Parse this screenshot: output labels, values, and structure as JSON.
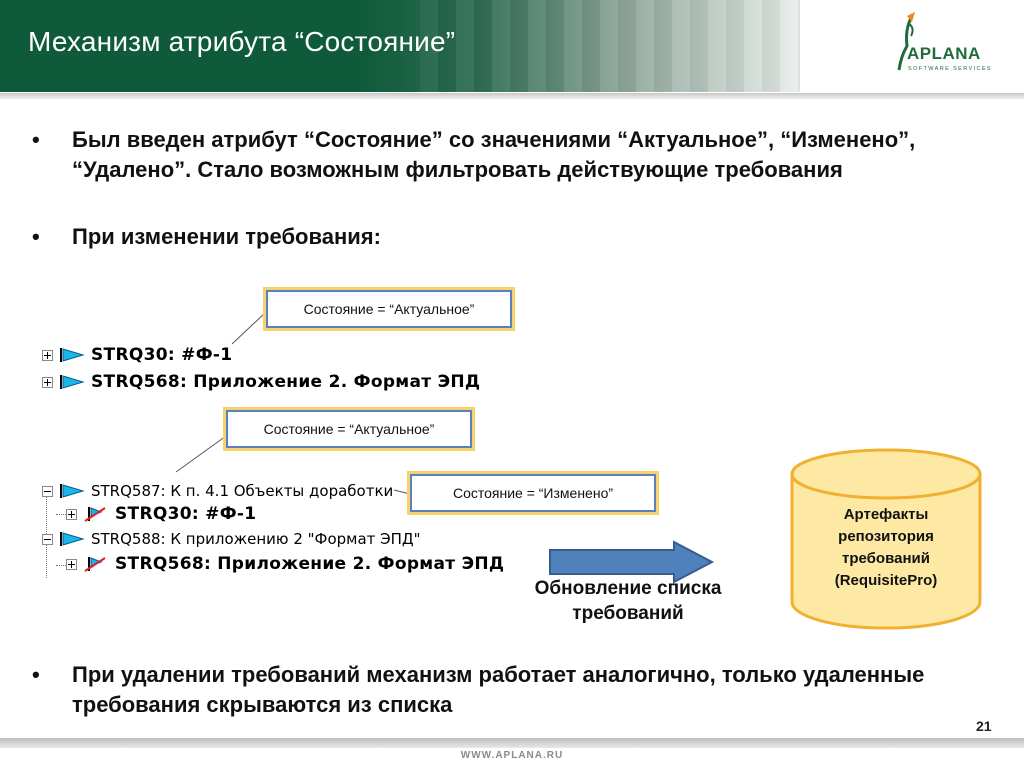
{
  "header": {
    "title": "Механизм атрибута “Состояние”",
    "logo_brand": "APLANA",
    "logo_sub": "SOFTWARE SERVICES"
  },
  "bullets": {
    "items": [
      "Был введен атрибут “Состояние” со значениями “Актуальное”, “Изменено”, “Удалено”. Стало возможным фильтровать действующие требования",
      "При изменении требования:",
      "При удалении требований механизм работает аналогично, только удаленные требования скрываются из списка"
    ],
    "marker": "•"
  },
  "callouts": [
    "Состояние = “Актуальное”",
    "Состояние = “Актуальное”",
    "Состояние = “Изменено”"
  ],
  "tree_before": [
    {
      "label": "STRQ30: #Ф-1"
    },
    {
      "label": "STRQ568: Приложение 2. Формат ЭПД"
    }
  ],
  "tree_after": [
    {
      "label": "STRQ587: К п. 4.1 Объекты доработки"
    },
    {
      "label": "STRQ30: #Ф-1"
    },
    {
      "label": "STRQ588: К приложению 2 \"Формат ЭПД\""
    },
    {
      "label": "STRQ568: Приложение 2. Формат ЭПД"
    }
  ],
  "arrow_caption": "Обновление списка требований",
  "repository": {
    "lines": [
      "Артефакты",
      "репозитория",
      "требований",
      "(RequisitePro)"
    ]
  },
  "page_number": "21",
  "footer": "WWW.APLANA.RU",
  "colors": {
    "header_green": "#0f5a3a",
    "callout_border": "#5b7fc2",
    "callout_glow": "#f5d46a",
    "arrow_blue": "#4f81bd",
    "cylinder_fill": "#fde9a4",
    "cylinder_stroke": "#f0b030",
    "flag_cyan": "#19b6e8"
  }
}
